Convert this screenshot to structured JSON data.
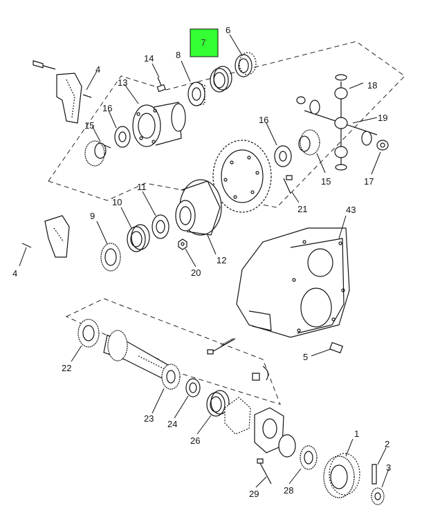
{
  "diagram": {
    "highlight": {
      "label": "7",
      "fill": "#33ff33",
      "border": "#111111"
    },
    "callouts": [
      {
        "id": "c1",
        "label": "1"
      },
      {
        "id": "c2",
        "label": "2"
      },
      {
        "id": "c3",
        "label": "3"
      },
      {
        "id": "c4a",
        "label": "4"
      },
      {
        "id": "c4b",
        "label": "4"
      },
      {
        "id": "c5",
        "label": "5"
      },
      {
        "id": "c6",
        "label": "6"
      },
      {
        "id": "c8",
        "label": "8"
      },
      {
        "id": "c9",
        "label": "9"
      },
      {
        "id": "c10",
        "label": "10"
      },
      {
        "id": "c11",
        "label": "11"
      },
      {
        "id": "c12",
        "label": "12"
      },
      {
        "id": "c13",
        "label": "13"
      },
      {
        "id": "c14",
        "label": "14"
      },
      {
        "id": "c15a",
        "label": "15"
      },
      {
        "id": "c15b",
        "label": "15"
      },
      {
        "id": "c16a",
        "label": "16"
      },
      {
        "id": "c16b",
        "label": "16"
      },
      {
        "id": "c17",
        "label": "17"
      },
      {
        "id": "c18",
        "label": "18"
      },
      {
        "id": "c19",
        "label": "19"
      },
      {
        "id": "c20",
        "label": "20"
      },
      {
        "id": "c21",
        "label": "21"
      },
      {
        "id": "c22",
        "label": "22"
      },
      {
        "id": "c23",
        "label": "23"
      },
      {
        "id": "c24",
        "label": "24"
      },
      {
        "id": "c26",
        "label": "26"
      },
      {
        "id": "c28",
        "label": "28"
      },
      {
        "id": "c29",
        "label": "29"
      },
      {
        "id": "c43",
        "label": "43"
      }
    ]
  }
}
